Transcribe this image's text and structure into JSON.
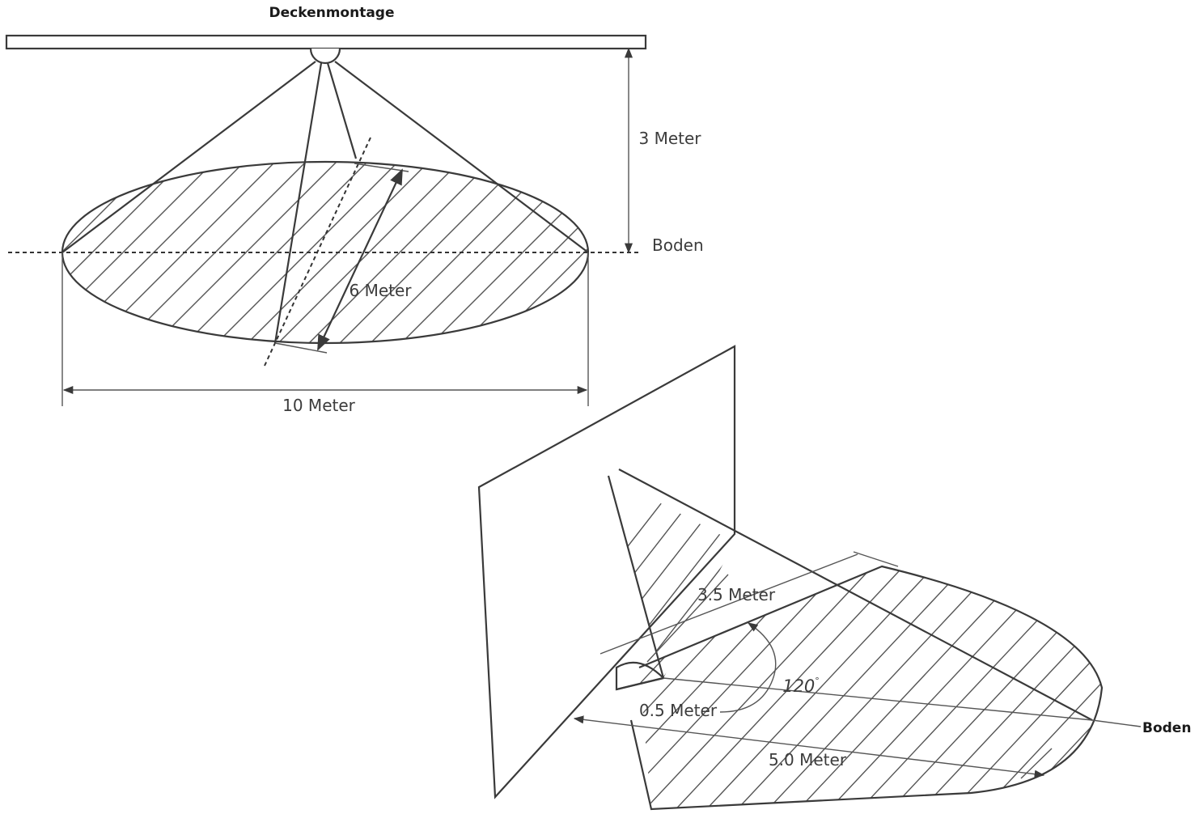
{
  "ceiling_diagram": {
    "title": "Deckenmontage",
    "height_label": "3 Meter",
    "floor_label": "Boden",
    "depth_label": "6 Meter",
    "width_label": "10 Meter"
  },
  "wall_diagram": {
    "height_label": "3.5 Meter",
    "angle_label": "120",
    "angle_unit": "°",
    "near_label": "0.5 Meter",
    "range_label": "5.0 Meter",
    "floor_label": "Boden"
  },
  "colors": {
    "line": "#3a3a3a",
    "hatch": "#555555",
    "background": "#ffffff"
  }
}
